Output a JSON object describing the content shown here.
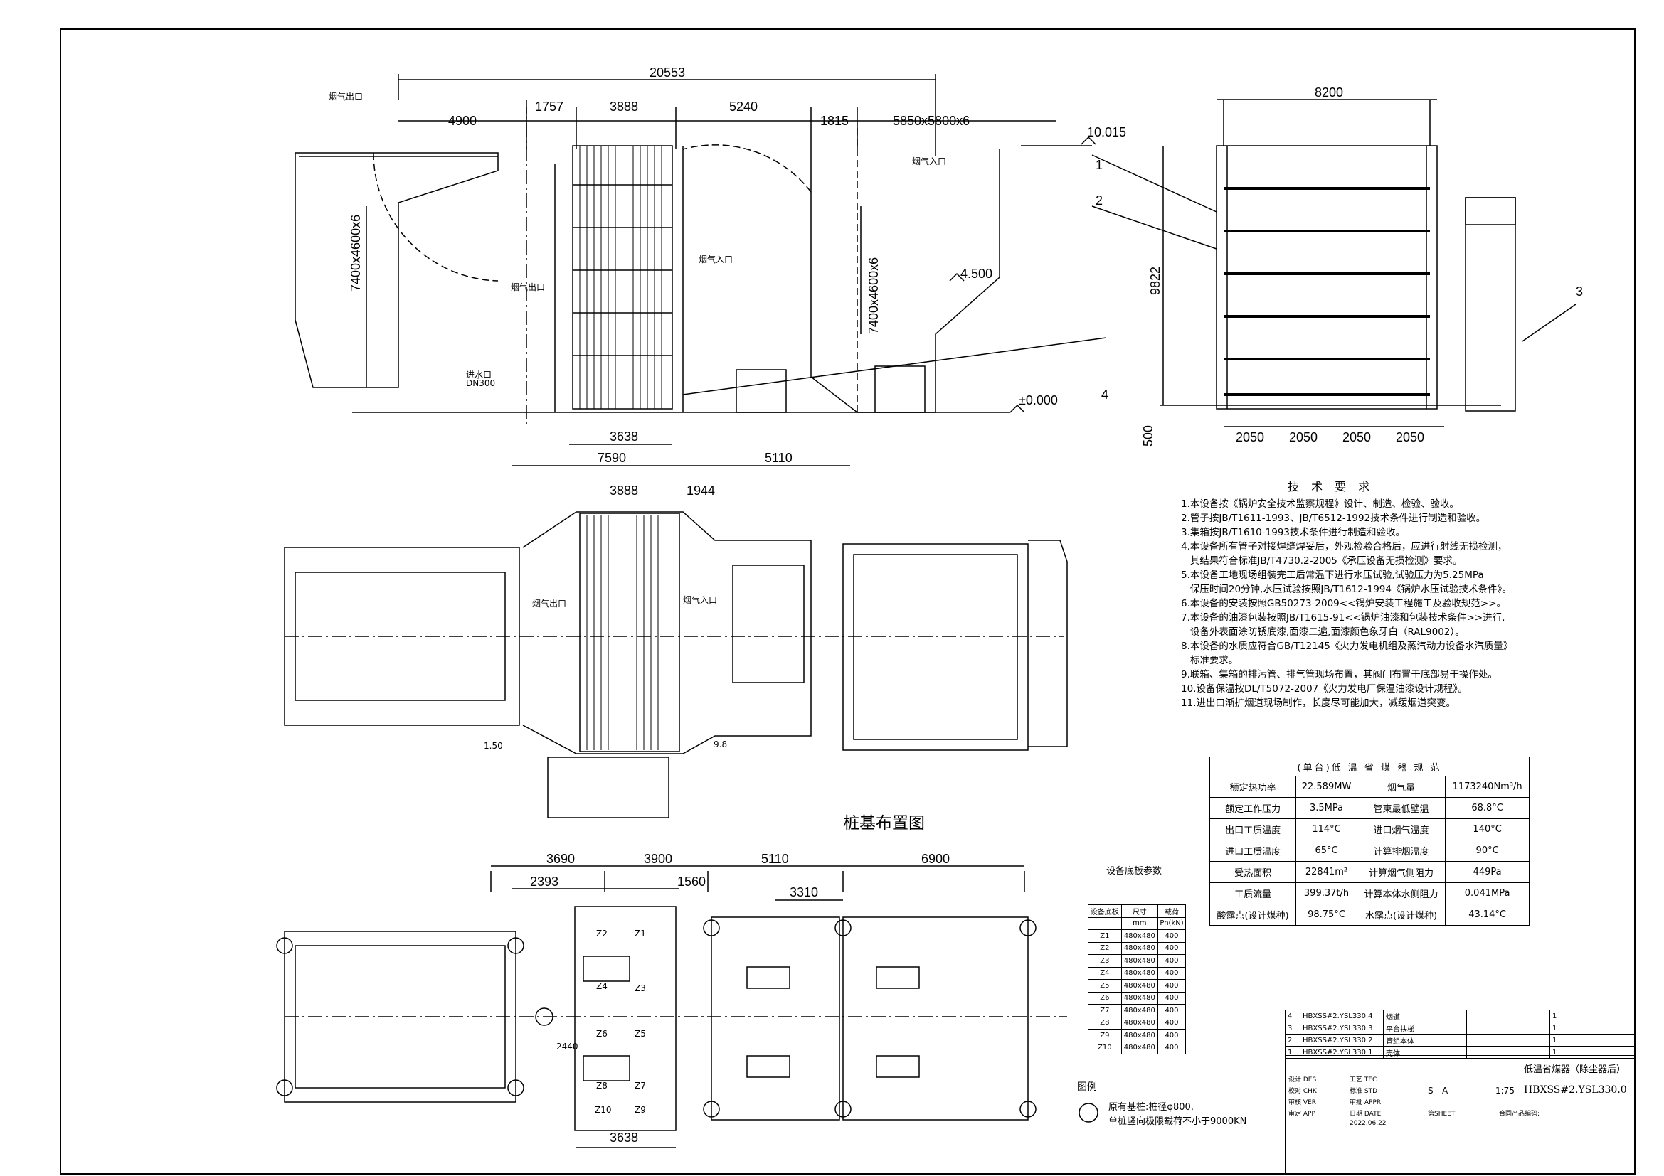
{
  "dimensions": {
    "elevation": {
      "overall_length": "20553",
      "flue_inlet_width": "4900",
      "d1757": "1757",
      "core_width": "3888",
      "d5240": "5240",
      "d1815": "1815",
      "duct_size_top": "5850x5800x6",
      "duct_left": "7400x4600x6",
      "duct_right": "7400x4600x6",
      "bottom_3638": "3638",
      "bottom_7590": "7590",
      "bottom_5110": "5110",
      "level_top": "10.015",
      "level_mid": "4.500",
      "level_zero": "±0.000"
    },
    "side": {
      "width": "8200",
      "height": "9822",
      "base": "500",
      "spacing": [
        "2050",
        "2050",
        "2050",
        "2050"
      ]
    },
    "plan": {
      "core": "3888",
      "d1944": "1944",
      "lvl_left": "1.50",
      "lvl_right": "9.8"
    },
    "pile": {
      "d3690": "3690",
      "d3900": "3900",
      "d5110": "5110",
      "d6900": "6900",
      "d2393": "2393",
      "d1560": "1560",
      "d3310": "3310",
      "bottom": "3638",
      "d2440": "2440"
    }
  },
  "labels": {
    "flue_outlet": "烟气出口",
    "flue_inlet": "烟气入口",
    "water_out": "进水口",
    "dn300": "DN300",
    "callouts": [
      "1",
      "2",
      "3",
      "4"
    ],
    "pile_title": "桩基布置图",
    "pile_ids": [
      "Z1",
      "Z2",
      "Z3",
      "Z4",
      "Z5",
      "Z6",
      "Z7",
      "Z8",
      "Z9",
      "Z10"
    ],
    "legend_title": "图例",
    "legend_text_1": "原有基桩:桩径φ800,",
    "legend_text_2": "单桩竖向极限载荷不小于9000KN"
  },
  "notes": {
    "title": "技 术 要 求",
    "items": [
      "1.本设备按《锅炉安全技术监察规程》设计、制造、检验、验收。",
      "2.管子按JB/T1611-1993、JB/T6512-1992技术条件进行制造和验收。",
      "3.集箱按JB/T1610-1993技术条件进行制造和验收。",
      "4.本设备所有管子对接焊缝焊妥后，外观检验合格后，应进行射线无损检测，",
      "   其结果符合标准JB/T4730.2-2005《承压设备无损检测》要求。",
      "5.本设备工地现场组装完工后常温下进行水压试验,试验压力为5.25MPa",
      "   保压时间20分钟,水压试验按照JB/T1612-1994《锅炉水压试验技术条件》。",
      "6.本设备的安装按照GB50273-2009<<锅炉安装工程施工及验收规范>>。",
      "7.本设备的油漆包装按照JB/T1615-91<<锅炉油漆和包装技术条件>>进行,",
      "   设备外表面涂防锈底漆,面漆二遍,面漆颜色象牙白（RAL9002）。",
      "8.本设备的水质应符合GB/T12145《火力发电机组及蒸汽动力设备水汽质量》",
      "   标准要求。",
      "9.联箱、集箱的排污管、排气管现场布置，其阀门布置于底部易于操作处。",
      "10.设备保温按DL/T5072-2007《火力发电厂保温油漆设计规程》。",
      "11.进出口渐扩烟道现场制作，长度尽可能加大，减缓烟道突变。"
    ]
  },
  "spec_table": {
    "title": "(单台)低 温 省 煤 器 规 范",
    "rows": [
      [
        "额定热功率",
        "22.589MW",
        "烟气量",
        "1173240Nm³/h"
      ],
      [
        "额定工作压力",
        "3.5MPa",
        "管束最低壁温",
        "68.8°C"
      ],
      [
        "出口工质温度",
        "114°C",
        "进口烟气温度",
        "140°C"
      ],
      [
        "进口工质温度",
        "65°C",
        "计算排烟温度",
        "90°C"
      ],
      [
        "受热面积",
        "22841m²",
        "计算烟气侧阻力",
        "449Pa"
      ],
      [
        "工质流量",
        "399.37t/h",
        "计算本体水侧阻力",
        "0.041MPa"
      ],
      [
        "酸露点(设计煤种)",
        "98.75°C",
        "水露点(设计煤种)",
        "43.14°C"
      ]
    ]
  },
  "base_table": {
    "title": "设备底板参数",
    "header": [
      "设备底板",
      "尺寸",
      "载荷"
    ],
    "subheader": [
      "",
      "mm",
      "Pn(kN)"
    ],
    "rows": [
      [
        "Z1",
        "480x480",
        "400"
      ],
      [
        "Z2",
        "480x480",
        "400"
      ],
      [
        "Z3",
        "480x480",
        "400"
      ],
      [
        "Z4",
        "480x480",
        "400"
      ],
      [
        "Z5",
        "480x480",
        "400"
      ],
      [
        "Z6",
        "480x480",
        "400"
      ],
      [
        "Z7",
        "480x480",
        "400"
      ],
      [
        "Z8",
        "480x480",
        "400"
      ],
      [
        "Z9",
        "480x480",
        "400"
      ],
      [
        "Z10",
        "480x480",
        "400"
      ]
    ]
  },
  "parts_list": [
    [
      "4",
      "HBXSS#2.YSL330.4",
      "烟道",
      "",
      "1"
    ],
    [
      "3",
      "HBXSS#2.YSL330.3",
      "平台扶梯",
      "",
      "1"
    ],
    [
      "2",
      "HBXSS#2.YSL330.2",
      "管组本体",
      "",
      "1"
    ],
    [
      "1",
      "HBXSS#2.YSL330.1",
      "壳体",
      "",
      "1"
    ]
  ],
  "title_block": {
    "name": "低温省煤器（除尘器后）",
    "drawing_no": "HBXSS#2.YSL330.0",
    "scale": "1:75",
    "stage": "S",
    "rev": "A",
    "rows_left": [
      "设计 DES",
      "校对 CHK",
      "审核 VER",
      "审定 APP"
    ],
    "rows_mid": [
      "工艺 TEC",
      "标准 STD",
      "审批 APPR",
      "日期 DATE"
    ],
    "date": "2022.06.22",
    "sheet": "第SHEET",
    "contract": "合同产品编码:"
  },
  "colors": {
    "line": "#000000",
    "background": "#ffffff"
  }
}
